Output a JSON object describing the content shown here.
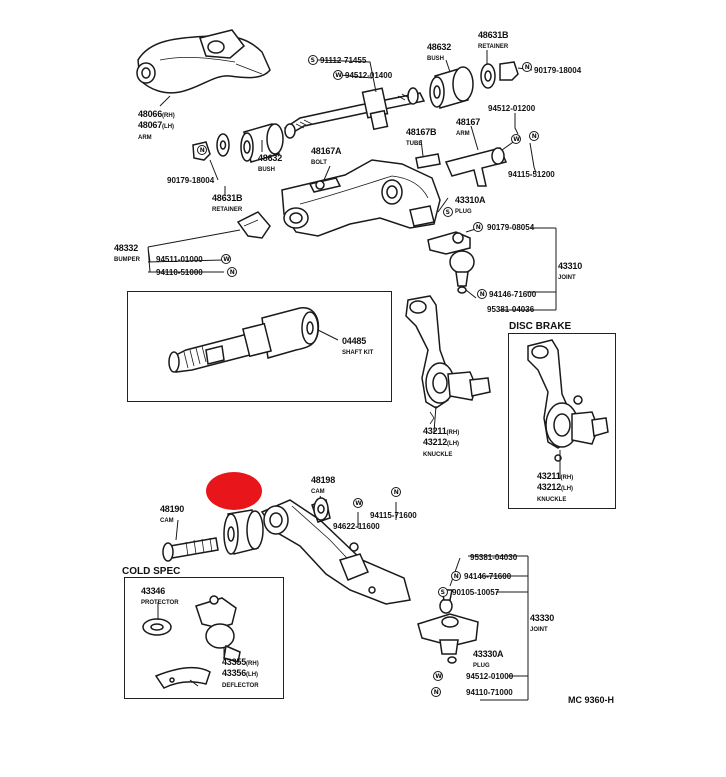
{
  "diagram_id": "MC 9360-H",
  "colors": {
    "highlight_marker": "#e8161b",
    "line": "#1a1a1a"
  },
  "sections": {
    "disc_brake": "DISC BRAKE",
    "cold_spec": "COLD SPEC"
  },
  "parts": {
    "arm_48066": {
      "no1": "48066",
      "no1_side": "(RH)",
      "no2": "48067",
      "no2_side": "(LH)",
      "name": "ARM"
    },
    "bolt_91112": {
      "no": "91112-71455"
    },
    "nut_94512_01400": {
      "no": "94512-01400"
    },
    "bush_48632_top": {
      "no": "48632",
      "name": "BUSH"
    },
    "retainer_48631_top": {
      "no": "48631B",
      "name": "RETAINER"
    },
    "nut_90179_18004_top": {
      "no": "90179-18004"
    },
    "washer_94512_01200": {
      "no": "94512-01200"
    },
    "arm_48167": {
      "no": "48167",
      "name": "ARM"
    },
    "tube_48167b": {
      "no": "48167B",
      "name": "TUBE"
    },
    "bush_48632_mid": {
      "no": "48632",
      "name": "BUSH"
    },
    "nut_94115_51200": {
      "no": "94115-51200"
    },
    "bolt_48167a": {
      "no": "48167A",
      "name": "BOLT"
    },
    "nut_90179_18004_mid": {
      "no": "90179-18004"
    },
    "retainer_48631_mid": {
      "no": "48631B",
      "name": "RETAINER"
    },
    "plug_43310a": {
      "no": "43310A",
      "name": "PLUG"
    },
    "nut_90179_08054": {
      "no": "90179-08054"
    },
    "bumper_48332": {
      "no": "48332",
      "name": "BUMPER"
    },
    "washer_94511_01000": {
      "no": "94511-01000"
    },
    "nut_94110_51000": {
      "no": "94110-51000"
    },
    "joint_43310": {
      "no": "43310",
      "name": "JOINT"
    },
    "nut_94146_71600_top": {
      "no": "94146-71600"
    },
    "pin_95381_04036": {
      "no": "95381-04036"
    },
    "shaft_kit_04485": {
      "no": "04485",
      "name": "SHAFT KIT"
    },
    "knuckle_main": {
      "no1": "43211",
      "no1_side": "(RH)",
      "no2": "43212",
      "no2_side": "(LH)",
      "name": "KNUCKLE"
    },
    "knuckle_disc": {
      "no1": "43211",
      "no1_side": "(RH)",
      "no2": "43212",
      "no2_side": "(LH)",
      "name": "KNUCKLE"
    },
    "cam_48190": {
      "no": "48190",
      "name": "CAM"
    },
    "cam_48198": {
      "no": "48198",
      "name": "CAM"
    },
    "washer_94622_11600": {
      "no": "94622-11600"
    },
    "nut_94115_71600": {
      "no": "94115-71600"
    },
    "pin_95381_04030": {
      "no": "95381-04030"
    },
    "nut_94146_71600_bot": {
      "no": "94146-71600"
    },
    "nut_90105_10057": {
      "no": "90105-10057"
    },
    "joint_43330": {
      "no": "43330",
      "name": "JOINT"
    },
    "plug_43330a": {
      "no": "43330A",
      "name": "PLUG"
    },
    "washer_94512_01000": {
      "no": "94512-01000"
    },
    "nut_94110_71000": {
      "no": "94110-71000"
    },
    "protector_43346": {
      "no": "43346",
      "name": "PROTECTOR"
    },
    "deflector_43355": {
      "no1": "43355",
      "no1_side": "(RH)",
      "no2": "43356",
      "no2_side": "(LH)",
      "name": "DEFLECTOR"
    }
  },
  "symbols": {
    "s": "S",
    "w": "W",
    "n": "N"
  }
}
